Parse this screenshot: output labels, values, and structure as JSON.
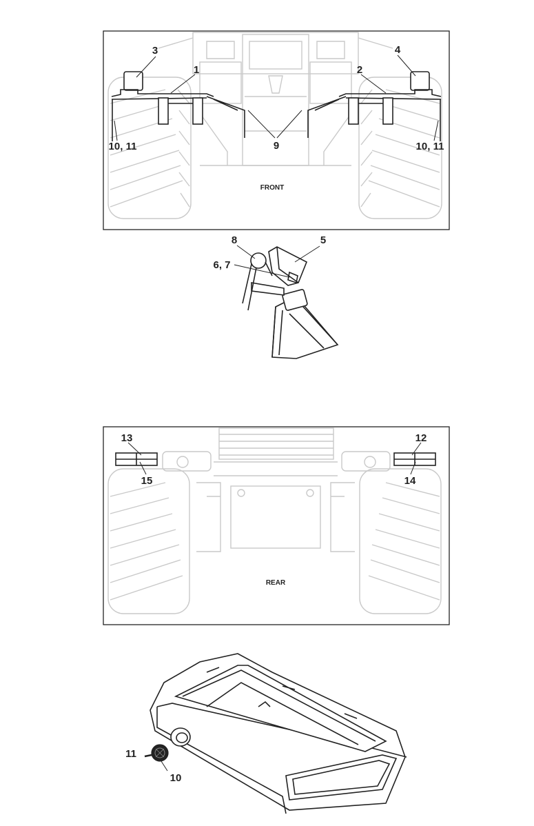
{
  "front_view": {
    "caption": "FRONT",
    "callouts": {
      "c3": "3",
      "c1": "1",
      "c4": "4",
      "c2": "2",
      "c9": "9",
      "c1011_left": "10, 11",
      "c1011_right": "10, 11"
    }
  },
  "pin_detail": {
    "callouts": {
      "c8": "8",
      "c5": "5",
      "c67": "6, 7"
    }
  },
  "rear_view": {
    "caption": "REAR",
    "callouts": {
      "c13": "13",
      "c12": "12",
      "c15": "15",
      "c14": "14"
    }
  },
  "tray_detail": {
    "callouts": {
      "c11": "11",
      "c10": "10"
    }
  }
}
